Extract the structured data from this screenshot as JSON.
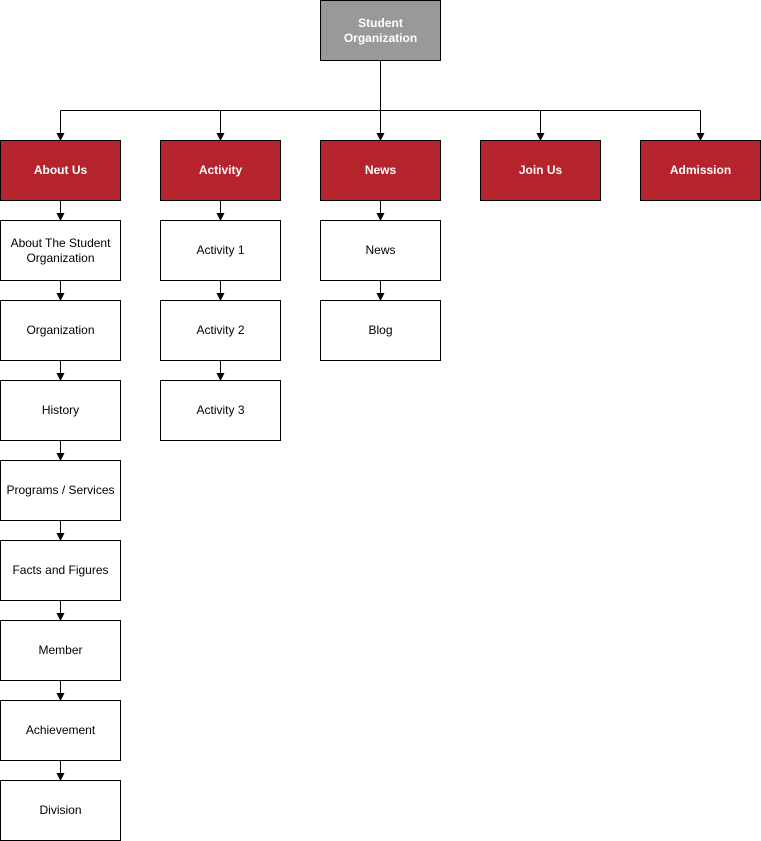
{
  "colors": {
    "root_fill": "#999999",
    "section_fill": "#b5242c",
    "page_fill": "#ffffff",
    "line": "#000000"
  },
  "root": {
    "label": "Student Organization"
  },
  "sections": [
    {
      "label": "About Us",
      "children": [
        "About The Student Organization",
        "Organization",
        "History",
        "Programs / Services",
        "Facts and Figures",
        "Member",
        "Achievement",
        "Division"
      ]
    },
    {
      "label": "Activity",
      "children": [
        "Activity 1",
        "Activity 2",
        "Activity 3"
      ]
    },
    {
      "label": "News",
      "children": [
        "News",
        "Blog"
      ]
    },
    {
      "label": "Join Us",
      "children": []
    },
    {
      "label": "Admission",
      "children": []
    }
  ]
}
